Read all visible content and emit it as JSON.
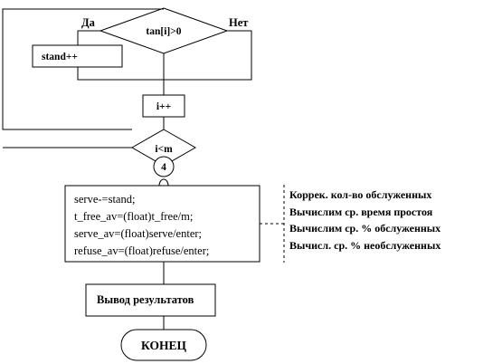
{
  "decision_top": {
    "condition": "tan[i]>0",
    "yes_label": "Да",
    "no_label": "Нет"
  },
  "stand_box": {
    "text": "stand++"
  },
  "increment_box": {
    "text": "i++"
  },
  "decision_loop": {
    "condition": "i<m"
  },
  "connector": {
    "label": "4"
  },
  "code_block": {
    "lines": [
      "serve-=stand;",
      "t_free_av=(float)t_free/m;",
      "serve_av=(float)serve/enter;",
      "refuse_av=(float)refuse/enter;"
    ]
  },
  "comments": [
    "Коррек. кол-во обслуженных",
    "Вычислим ср. время простоя",
    "Вычислим ср. % обслуженных",
    "Вычисл. ср. % необслуженных"
  ],
  "output_box": {
    "text": "Вывод результатов"
  },
  "terminal": {
    "text": "КОНЕЦ"
  }
}
